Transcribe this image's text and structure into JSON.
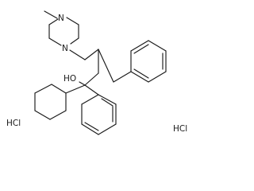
{
  "structure": {
    "labels": {
      "piperazine_n_top": "N",
      "piperazine_n_bottom": "N",
      "hydroxyl": "HO",
      "salt_left": "HCl",
      "salt_right": "HCl"
    }
  }
}
